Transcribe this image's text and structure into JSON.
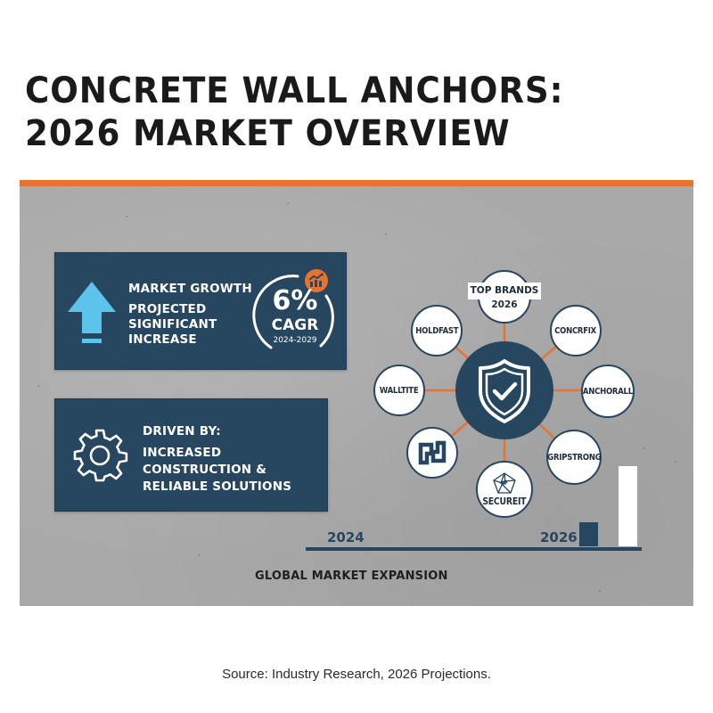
{
  "header": {
    "title_line1": "CONCRETE WALL ANCHORS:",
    "title_line2": "2026 MARKET OVERVIEW"
  },
  "colors": {
    "accent_orange": "#e8732f",
    "navy": "#27465f",
    "arrow_blue": "#5cc3ea",
    "concrete_gray": "#a9a9a9"
  },
  "growth_card": {
    "icon": "up-arrow-icon",
    "heading": "MARKET GROWTH",
    "body_lines": [
      "PROJECTED",
      "SIGNIFICANT",
      "INCREASE"
    ],
    "cagr": {
      "value": "6%",
      "label": "CAGR",
      "range": "2024-2029",
      "badge_icon": "bar-chart-trend-icon"
    }
  },
  "driven_card": {
    "icon": "gear-icon",
    "heading": "DRIVEN BY:",
    "body_lines": [
      "INCREASED",
      "CONSTRUCTION &",
      "RELIABLE SOLUTIONS"
    ]
  },
  "brands": {
    "hub_icon": "shield-check-icon",
    "title_line1": "TOP BRANDS",
    "title_line2": "2026",
    "nodes": [
      {
        "label": "HOLDFAST"
      },
      {
        "label": "CONCRFIX"
      },
      {
        "label": "WALLTITE"
      },
      {
        "label": "ANCHORALL"
      },
      {
        "label": "",
        "icon": "interlock-logo-icon"
      },
      {
        "label": "GRIPSTRONG"
      },
      {
        "label": "SECUREIT",
        "icon": "star-emblem-icon"
      }
    ]
  },
  "timeline": {
    "start_year": "2024",
    "end_year": "2026",
    "caption": "GLOBAL MARKET EXPANSION"
  },
  "footer": {
    "source": "Source: Industry Research, 2026 Projections."
  }
}
